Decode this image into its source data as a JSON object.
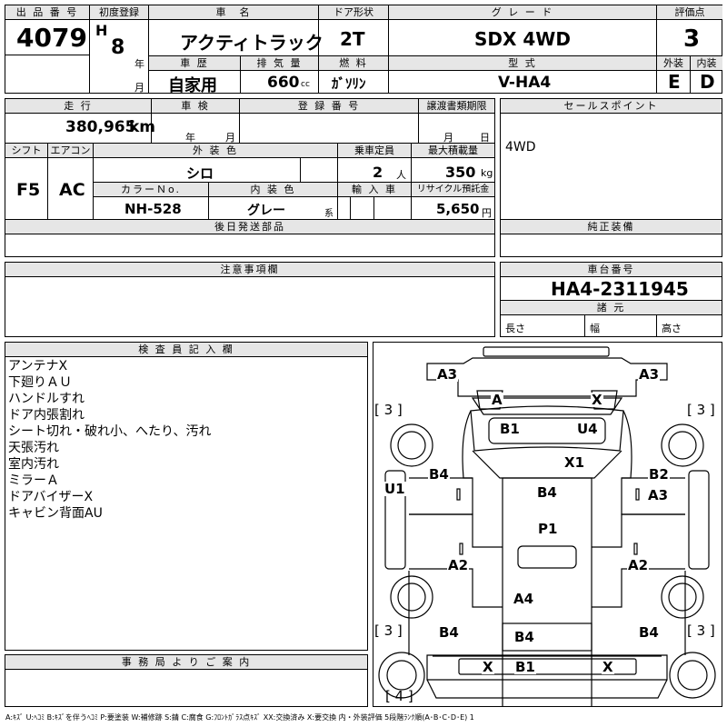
{
  "top": {
    "lot_no_h": "出 品 番 号",
    "lot_no": "4079",
    "first_reg_h": "初度登録",
    "era": "H",
    "year": "8",
    "year_unit": "年",
    "month_unit": "月",
    "name_h": "車　名",
    "name": "アクティトラック",
    "door_h": "ドア形状",
    "door": "2T",
    "grade_h": "グ レ ー ド",
    "grade": "SDX 4WD",
    "score_h": "評価点",
    "score": "3",
    "history_h": "車 歴",
    "history": "自家用",
    "cc_h": "排 気 量",
    "cc": "660",
    "cc_unit": "cc",
    "fuel_h": "燃 料",
    "fuel": "ｶﾞｿﾘﾝ",
    "model_h": "型 式",
    "model": "V-HA4",
    "ext_h": "外装",
    "ext": "E",
    "int_h": "内装",
    "int": "D"
  },
  "mid": {
    "mileage_h": "走 行",
    "mileage": "380,965",
    "mileage_unit": "km",
    "inspect_h": "車 検",
    "year_unit": "年",
    "month_unit": "月",
    "regno_h": "登 録 番 号",
    "transfer_h": "譲渡書類期限",
    "t_month": "月",
    "t_day": "日",
    "shift_h": "シフト",
    "shift": "F5",
    "ac_h": "エアコン",
    "ac": "AC",
    "color_h": "外 装 色",
    "color": "シロ",
    "cap_h": "乗車定員",
    "cap": "2",
    "cap_unit": "人",
    "load_h": "最大積載量",
    "load": "350",
    "load_unit": "kg",
    "colorno_h": "カラーＮo.",
    "colorno": "NH-528",
    "intcolor_h": "内 装 色",
    "intcolor": "グレー",
    "intcolor_unit": "系",
    "import_h": "輸 入 車",
    "recycle_h": "リサイクル預託金",
    "recycle": "5,650",
    "recycle_unit": "円",
    "sales_h": "セールスポイント",
    "sales": "4WD",
    "later_h": "後日発送部品",
    "equip_h": "純正装備"
  },
  "notes": {
    "caution_h": "注意事項欄",
    "chassis_h": "車台番号",
    "chassis": "HA4-2311945",
    "dims_h": "諸 元",
    "len": "長さ",
    "wid": "幅",
    "hei": "高さ"
  },
  "inspector": {
    "title": "検 査 員 記 入 欄",
    "lines": [
      "アンテナX",
      "下廻りＡＵ",
      "ハンドルすれ",
      "ドア内張割れ",
      "シート切れ・破れ小、へたり、汚れ",
      "天張汚れ",
      "室内汚れ",
      "ミラーＡ",
      "ドアバイザーX",
      "キャビン背面AU"
    ]
  },
  "office_h": "事 務 局 よ り ご 案 内",
  "legend": "A:ｷｽﾞ U:ﾍｺﾐ B:ｷｽﾞを伴うﾍｺﾐ P:要塗装 W:補修跡 S:錆 C:腐食 G:ﾌﾛﾝﾄｶﾞﾗｽ点ｷｽﾞ XX:交換済み X:要交換 内・外装評価 5段階ﾗﾝｸ順(A･B･C･D･E) 1",
  "diagram": {
    "m_a3l": "A3",
    "m_a3r": "A3",
    "m_a": "A",
    "m_x": "X",
    "m_b1": "B1",
    "m_u4": "U4",
    "m_x1": "X1",
    "m_b4l": "B4",
    "m_b2": "B2",
    "m_u1": "U1",
    "m_b4c": "B4",
    "m_a3m": "A3",
    "m_p1": "P1",
    "m_a2l": "A2",
    "m_a2r": "A2",
    "m_a4": "A4",
    "m_b4bl": "B4",
    "m_b4bc": "B4",
    "m_b4br": "B4",
    "m_xb1": "X",
    "m_b1b": "B1",
    "m_xb2": "X",
    "t_3a": "[ 3 ]",
    "t_3b": "[ 3 ]",
    "t_3c": "[ 3 ]",
    "t_3d": "[ 3 ]",
    "t_4": "[ 4 ]"
  }
}
